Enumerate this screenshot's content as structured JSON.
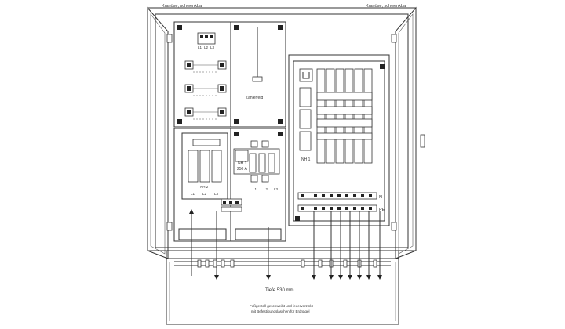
{
  "labels": {
    "crane_left": "Kranöse, schwenkbar",
    "crane_right": "Kranöse, schwenkbar",
    "phases_top": [
      "L1",
      "L2",
      "L3"
    ],
    "meter_area": "Zählerfeld",
    "nh_left": "NH 2",
    "nh_switch": "NH 1",
    "nh_switch_current": "250 A",
    "phases_mid_left": [
      "L1",
      "L2",
      "L3"
    ],
    "phases_mid_right": [
      "L1",
      "L2",
      "L3"
    ],
    "nh_right": "NH 1",
    "neutral_bar": "N",
    "earth_bar": "PE",
    "depth": "Tiefe 530 mm",
    "footer_line1": "Fußgestell geschweißt und feuerverzinkt",
    "footer_line2": "mit Befestigungslaschen für Erdnägel"
  },
  "colors": {
    "line": "#333333",
    "background": "#ffffff"
  }
}
